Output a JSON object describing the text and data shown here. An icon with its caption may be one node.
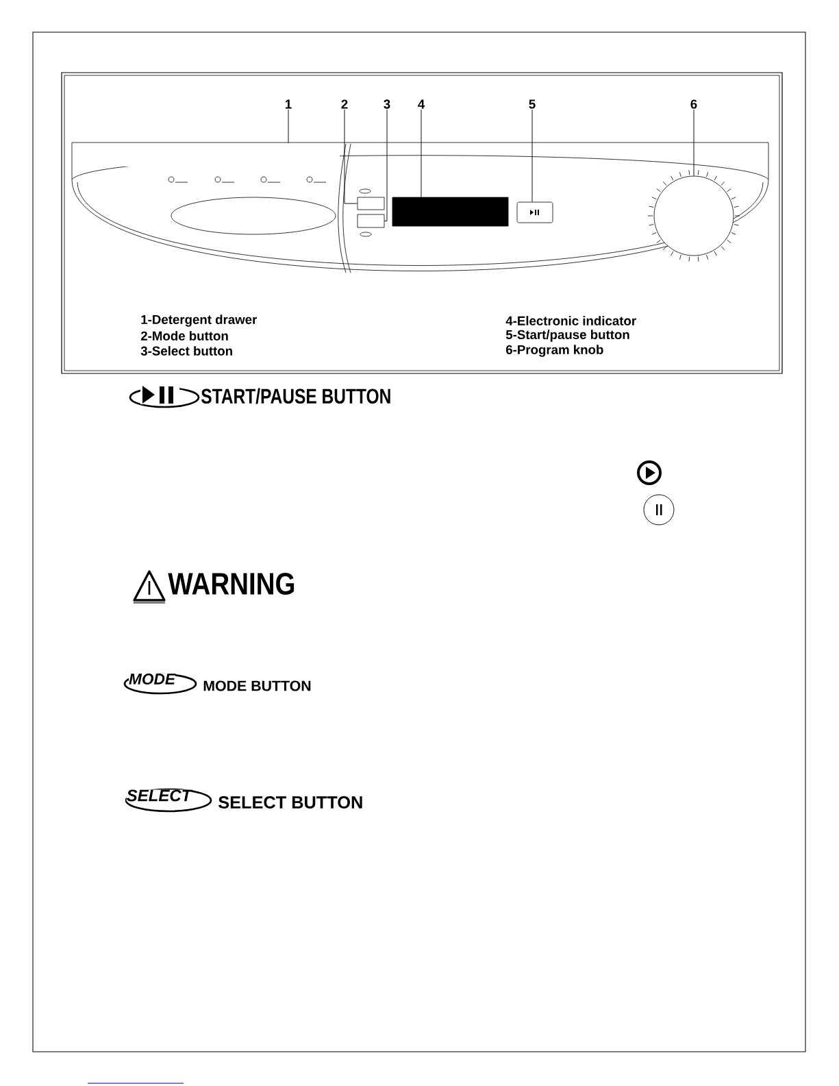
{
  "diagram": {
    "nodes": [
      {
        "text": [
          "1"
        ]
      },
      {
        "text": [
          "2"
        ]
      },
      {
        "text": [
          "3"
        ]
      },
      {
        "text": [
          "4"
        ]
      },
      {
        "text": [
          "5"
        ]
      },
      {
        "text": [
          "6"
        ]
      },
      {
        "text": [],
        "shape": "box"
      },
      {
        "text": [],
        "shape": "box"
      },
      {
        "text": [],
        "shape": "box"
      },
      {
        "text": [],
        "shape": "box"
      },
      {
        "text": [],
        "shape": "box"
      },
      {
        "text": [],
        "shape": "circle"
      }
    ],
    "edges": [
      {
        "from": 0,
        "to": 6,
        "arrow": "none"
      },
      {
        "from": 1,
        "to": 7,
        "arrow": "none"
      },
      {
        "from": 2,
        "to": 8,
        "arrow": "none"
      },
      {
        "from": 3,
        "to": 9,
        "arrow": "none"
      },
      {
        "from": 4,
        "to": 10,
        "arrow": "none"
      },
      {
        "from": 5,
        "to": 11,
        "arrow": "none"
      }
    ],
    "labels": [
      "1-Detergent drawer",
      "4-Electronic indicator",
      "2-Mode button",
      "5-Start/pause button",
      "3-Select button",
      "6-Program knob",
      "START/PAUSE BUTTON",
      "WARNING",
      "MODE",
      "MODE BUTTON",
      "SELECT",
      "SELECT BUTTON"
    ]
  }
}
